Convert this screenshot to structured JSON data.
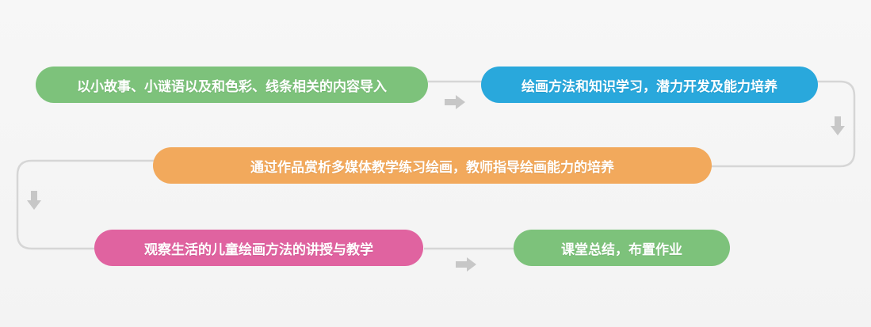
{
  "steps": [
    {
      "label": "以小故事、小谜语以及和色彩、线条相关的内容导入",
      "color": "#7dc27b"
    },
    {
      "label": "绘画方法和知识学习，潜力开发及能力培养",
      "color": "#29a8dc"
    },
    {
      "label": "通过作品赏析多媒体教学练习绘画，教师指导绘画能力的培养",
      "color": "#f2a95c"
    },
    {
      "label": "观察生活的儿童绘画方法的讲授与教学",
      "color": "#e063a0"
    },
    {
      "label": "课堂总结，布置作业",
      "color": "#7dc27b"
    }
  ],
  "colors": {
    "connector": "#d6d6d6",
    "arrow": "#c7c7c7",
    "background": "#f5f5f5"
  }
}
